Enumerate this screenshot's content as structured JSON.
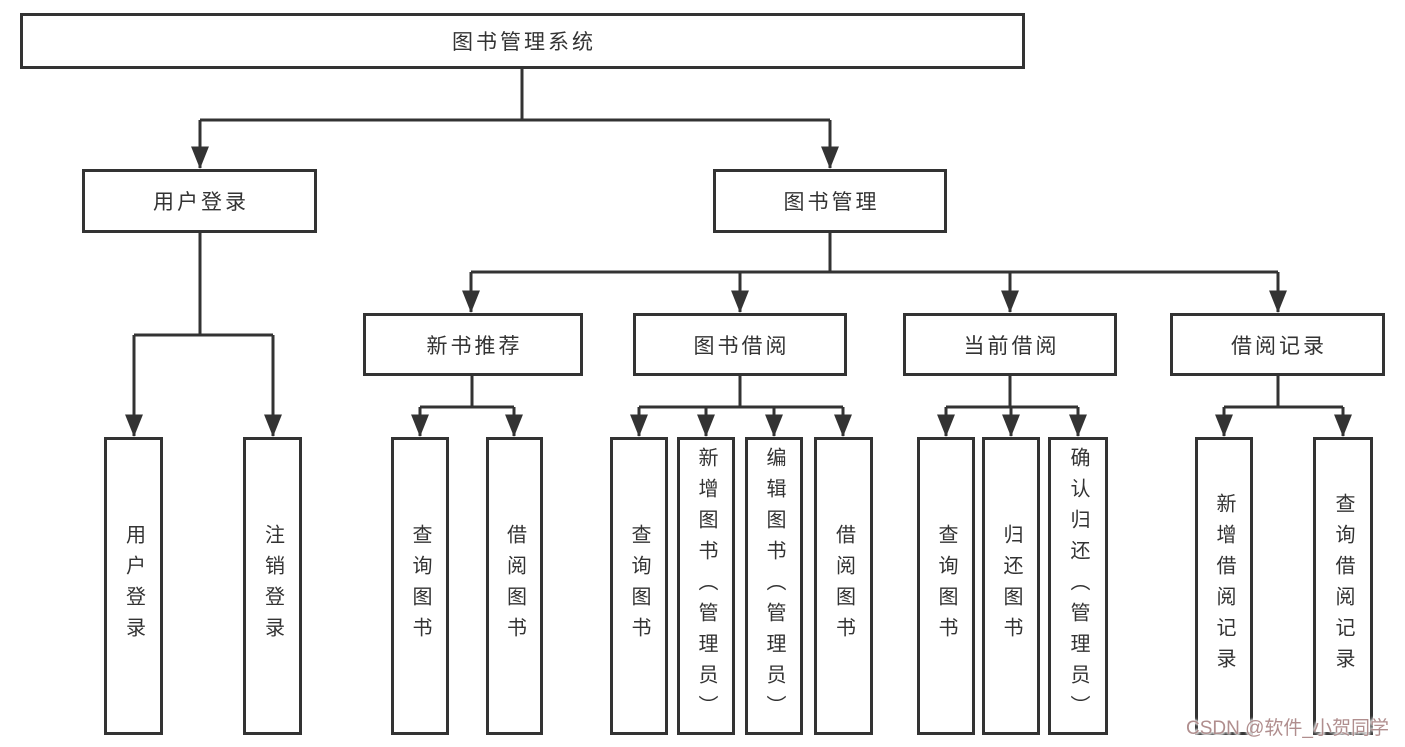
{
  "tree": {
    "label": "图书管理系统",
    "children": [
      {
        "label": "用户登录",
        "children": [
          {
            "label": "用户登录"
          },
          {
            "label": "注销登录"
          }
        ]
      },
      {
        "label": "图书管理",
        "children": [
          {
            "label": "新书推荐",
            "children": [
              {
                "label": "查询图书"
              },
              {
                "label": "借阅图书"
              }
            ]
          },
          {
            "label": "图书借阅",
            "children": [
              {
                "label": "查询图书"
              },
              {
                "label": "新增图书（管理员）"
              },
              {
                "label": "编辑图书（管理员）"
              },
              {
                "label": "借阅图书"
              }
            ]
          },
          {
            "label": "当前借阅",
            "children": [
              {
                "label": "查询图书"
              },
              {
                "label": "归还图书"
              },
              {
                "label": "确认归还（管理员）"
              }
            ]
          },
          {
            "label": "借阅记录",
            "children": [
              {
                "label": "新增借阅记录"
              },
              {
                "label": "查询借阅记录"
              }
            ]
          }
        ]
      }
    ]
  },
  "watermark": {
    "text": "CSDN @软件_小贺同学",
    "color": "#b08e8e"
  },
  "colors": {
    "line": "#333333",
    "box_border": "#333333",
    "text": "#333333",
    "background": "#ffffff"
  }
}
